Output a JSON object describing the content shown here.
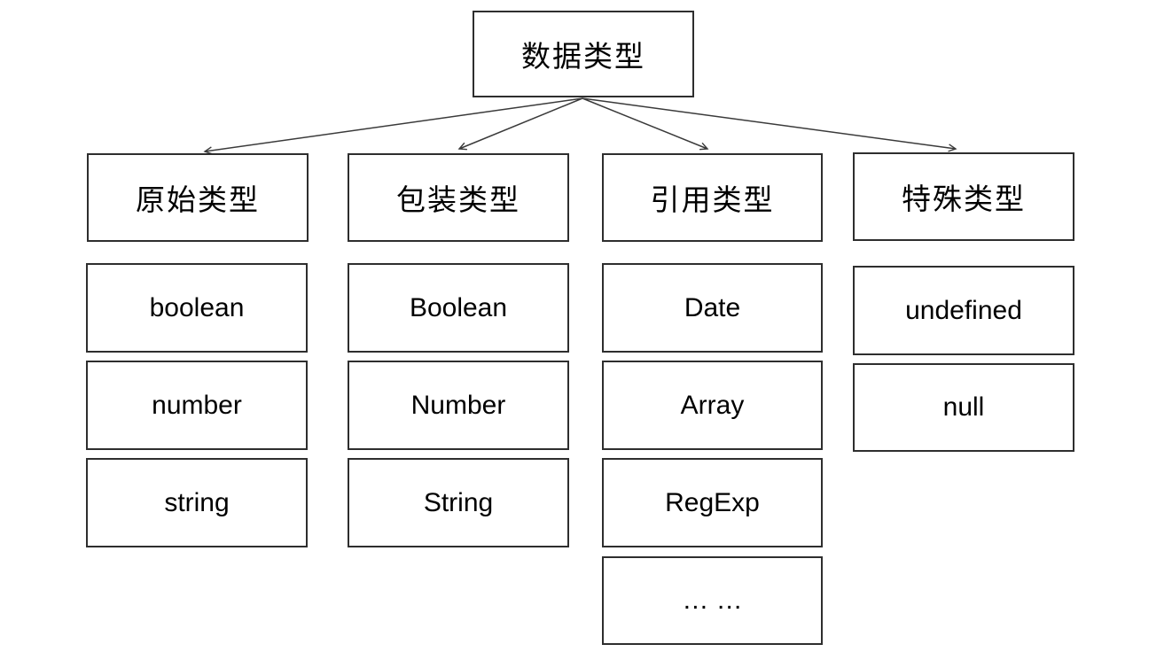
{
  "diagram": {
    "title": "数据类型",
    "root": {
      "label": "数据类型"
    },
    "columns": [
      {
        "category": "原始类型",
        "items": [
          "boolean",
          "number",
          "string"
        ]
      },
      {
        "category": "包装类型",
        "items": [
          "Boolean",
          "Number",
          "String"
        ]
      },
      {
        "category": "引用类型",
        "items": [
          "Date",
          "Array",
          "RegExp",
          "… …"
        ]
      },
      {
        "category": "特殊类型",
        "items": [
          "undefined",
          "null"
        ]
      }
    ],
    "colors": {
      "background": "#ffffff",
      "box_border": "#2e2e2e",
      "text": "#000000",
      "arrow": "#3a3a3a"
    }
  }
}
